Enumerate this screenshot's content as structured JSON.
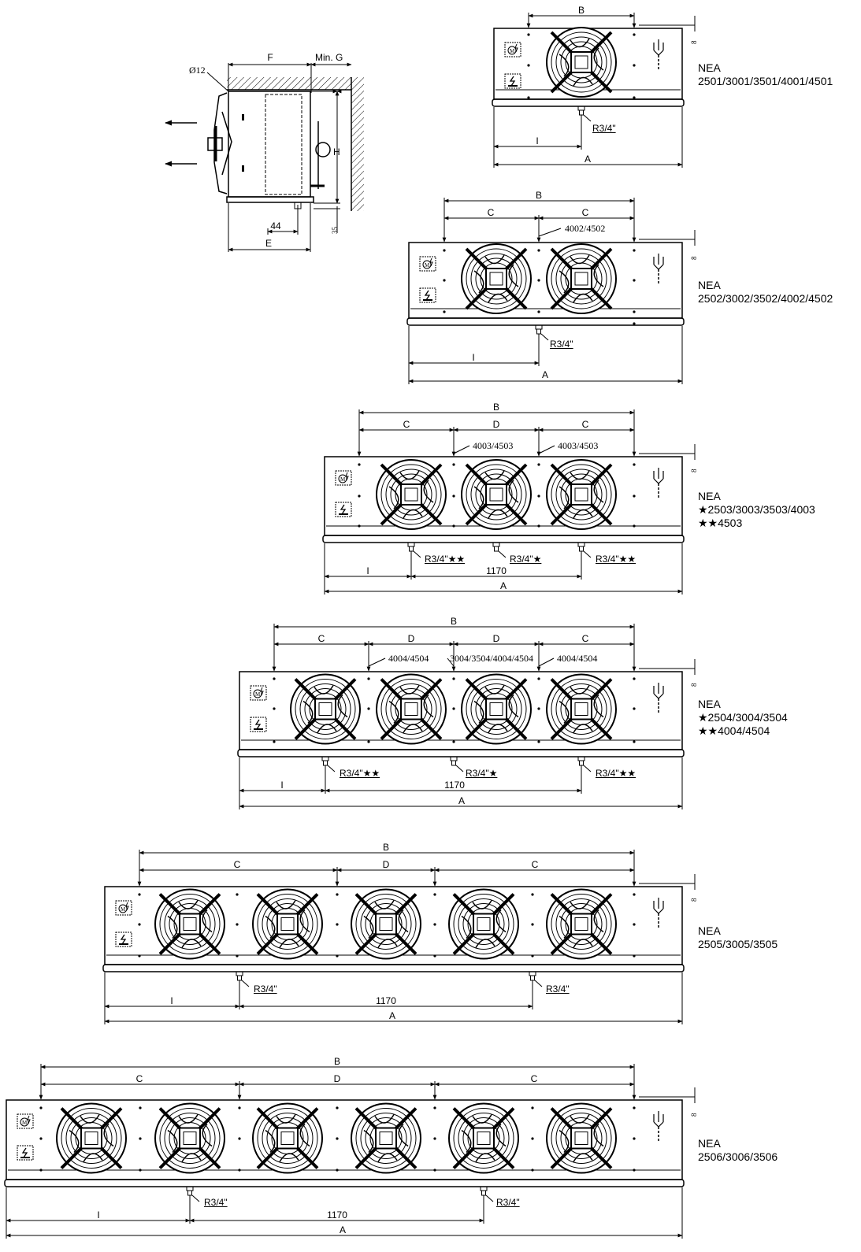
{
  "side_view": {
    "dim_f": "F",
    "dim_min_g": "Min. G",
    "dim_diameter": "Ø12",
    "dim_h": "H",
    "dim_44": "44",
    "dim_35": "35",
    "dim_e": "E"
  },
  "units": [
    {
      "id": "nea-1fan",
      "model_lines": [
        "NEA",
        "2501/3001/3501/4001/4501"
      ],
      "top_dims": [
        {
          "text": "B"
        }
      ],
      "sub_dims": [],
      "fan_notes": [],
      "drains": [
        {
          "text": "R3/4\""
        }
      ],
      "bottom_dims": [
        {
          "text": "I"
        }
      ],
      "overall": "A",
      "side_mark": "8"
    },
    {
      "id": "nea-2fan",
      "model_lines": [
        "NEA",
        "2502/3002/3502/4002/4502"
      ],
      "top_dims": [
        {
          "text": "B"
        }
      ],
      "sub_dims": [
        {
          "text": "C"
        },
        {
          "text": "C"
        }
      ],
      "fan_notes": [
        {
          "text": "4002/4502"
        }
      ],
      "drains": [
        {
          "text": "R3/4\""
        }
      ],
      "bottom_dims": [
        {
          "text": "I"
        }
      ],
      "overall": "A",
      "side_mark": "8"
    },
    {
      "id": "nea-3fan",
      "model_lines": [
        "NEA",
        "★2503/3003/3503/4003",
        "★★4503"
      ],
      "top_dims": [
        {
          "text": "B"
        }
      ],
      "sub_dims": [
        {
          "text": "C"
        },
        {
          "text": "D"
        },
        {
          "text": "C"
        }
      ],
      "fan_notes": [
        {
          "text": "4003/4503"
        },
        {
          "text": "4003/4503"
        }
      ],
      "drains": [
        {
          "text": "R3/4\"★★"
        },
        {
          "text": "R3/4\"★"
        },
        {
          "text": "R3/4\"★★"
        }
      ],
      "bottom_dims": [
        {
          "text": "I"
        },
        {
          "text": "1170"
        }
      ],
      "overall": "A",
      "side_mark": "8"
    },
    {
      "id": "nea-4fan",
      "model_lines": [
        "NEA",
        "★2504/3004/3504",
        "★★4004/4504"
      ],
      "top_dims": [
        {
          "text": "B"
        }
      ],
      "sub_dims": [
        {
          "text": "C"
        },
        {
          "text": "D"
        },
        {
          "text": "D"
        },
        {
          "text": "C"
        }
      ],
      "fan_notes": [
        {
          "text": "4004/4504"
        },
        {
          "text": "3004/3504/4004/4504"
        },
        {
          "text": "4004/4504"
        }
      ],
      "drains": [
        {
          "text": "R3/4\"★★"
        },
        {
          "text": "R3/4\"★"
        },
        {
          "text": "R3/4\"★★"
        }
      ],
      "bottom_dims": [
        {
          "text": "I"
        },
        {
          "text": "1170"
        }
      ],
      "overall": "A",
      "side_mark": "8"
    },
    {
      "id": "nea-5fan",
      "model_lines": [
        "NEA",
        "2505/3005/3505"
      ],
      "top_dims": [
        {
          "text": "B"
        }
      ],
      "sub_dims": [
        {
          "text": "C"
        },
        {
          "text": "D"
        },
        {
          "text": "C"
        }
      ],
      "fan_notes": [],
      "drains": [
        {
          "text": "R3/4\""
        },
        {
          "text": "R3/4\""
        }
      ],
      "bottom_dims": [
        {
          "text": "I"
        },
        {
          "text": "1170"
        }
      ],
      "overall": "A",
      "side_mark": "8"
    },
    {
      "id": "nea-6fan",
      "model_lines": [
        "NEA",
        "2506/3006/3506"
      ],
      "top_dims": [
        {
          "text": "B"
        }
      ],
      "sub_dims": [
        {
          "text": "C"
        },
        {
          "text": "D"
        },
        {
          "text": "C"
        }
      ],
      "fan_notes": [],
      "drains": [
        {
          "text": "R3/4\""
        },
        {
          "text": "R3/4\""
        }
      ],
      "bottom_dims": [
        {
          "text": "I"
        },
        {
          "text": "1170"
        }
      ],
      "overall": "A",
      "side_mark": "8"
    }
  ],
  "colors": {
    "line": "#000000",
    "background": "#ffffff",
    "fan_fill": "#ffffff"
  },
  "icons": [
    "motor-icon",
    "electrical-box-icon",
    "cable-gland-icon",
    "fan-guard-icon",
    "drain-icon",
    "airflow-arrow-icon"
  ]
}
